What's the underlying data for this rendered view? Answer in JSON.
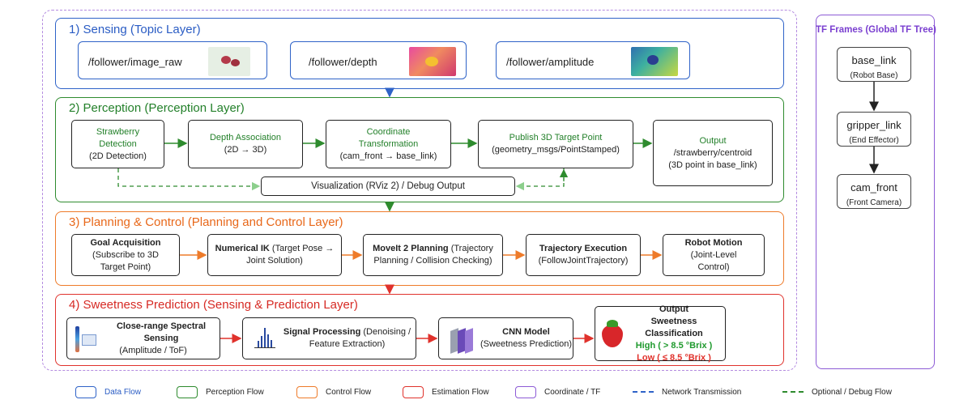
{
  "layers": {
    "sensing": {
      "title": "1) Sensing   (Topic Layer)",
      "topics": [
        "/follower/image_raw",
        "/follower/depth",
        "/follower/amplitude"
      ]
    },
    "perception": {
      "title": "2) Perception   (Perception Layer)",
      "nodes": [
        {
          "title": "Strawberry Detection",
          "sub": "(2D Detection)"
        },
        {
          "title": "Depth Association",
          "sub": "(2D → 3D)"
        },
        {
          "title": "Coordinate Transformation",
          "sub": "(cam_front → base_link)"
        },
        {
          "title": "Publish 3D Target Point",
          "sub": "(geometry_msgs/PointStamped)"
        },
        {
          "title": "Output",
          "line2": "/strawberry/centroid",
          "sub": "(3D point in base_link)"
        }
      ],
      "viz": "Visualization (RViz 2) / Debug Output"
    },
    "planning": {
      "title": "3) Planning & Control   (Planning and Control Layer)",
      "nodes": [
        {
          "title": "Goal Acquisition",
          "sub": "(Subscribe to 3D Target Point)"
        },
        {
          "title": "Numerical IK",
          "rest": " (Target Pose →",
          "sub": "Joint Solution)"
        },
        {
          "title": "MoveIt 2 Planning",
          "rest": " (Trajectory",
          "sub": "Planning / Collision Checking)"
        },
        {
          "title": "Trajectory Execution",
          "sub": "(FollowJointTrajectory)"
        },
        {
          "title": "Robot Motion",
          "sub": "(Joint-Level Control)"
        }
      ]
    },
    "sweetness": {
      "title": "4) Sweetness Prediction   (Sensing & Prediction Layer)",
      "nodes": [
        {
          "title": "Close-range Spectral Sensing",
          "sub": "(Amplitude / ToF)"
        },
        {
          "title": "Signal Processing",
          "rest": " (Denoising /",
          "sub": "Feature Extraction)"
        },
        {
          "title": "CNN Model",
          "sub": "(Sweetness Prediction)"
        }
      ],
      "output": {
        "title": "Output",
        "subtitle": "Sweetness Classification",
        "high": "High ( > 8.5 °Brix )",
        "low": "Low ( ≤ 8.5 °Brix )"
      }
    }
  },
  "tf": {
    "title": "TF Frames (Global TF Tree)",
    "frames": [
      {
        "name": "base_link",
        "desc": "(Robot Base)"
      },
      {
        "name": "gripper_link",
        "desc": "(End Effector)"
      },
      {
        "name": "cam_front",
        "desc": "(Front Camera)"
      }
    ]
  },
  "legend": [
    "Data Flow",
    "Perception Flow",
    "Control Flow",
    "Estimation Flow",
    "Coordinate / TF",
    "Network Transmission",
    "Optional / Debug Flow"
  ],
  "colors": {
    "sensing": "#2f63c8",
    "perception": "#2e8b2e",
    "planning": "#ee7b2a",
    "sweetness": "#e0322c",
    "tf": "#8d5bd6",
    "high": "#1f9a2e",
    "low": "#e0322c"
  },
  "icons": [
    "strawberry-image-thumbnail",
    "depth-map-thumbnail",
    "amplitude-map-thumbnail",
    "spectral-sensor-icon",
    "signal-histogram-icon",
    "cnn-layers-icon",
    "strawberry-icon"
  ]
}
